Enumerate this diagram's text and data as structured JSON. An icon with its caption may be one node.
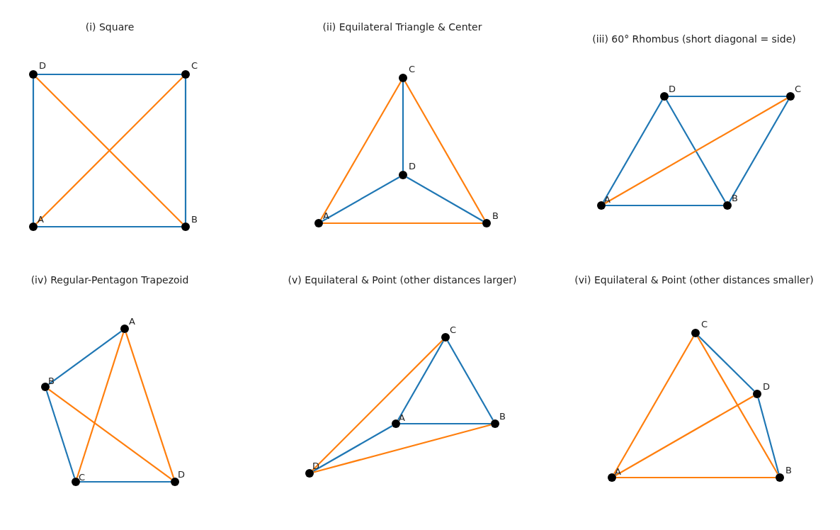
{
  "diagram": {
    "nodes": [
      {
        "text": [],
        "shape": "circle",
        "beside": [
          "D"
        ]
      },
      {
        "text": [],
        "shape": "circle",
        "beside": [
          "C"
        ]
      },
      {
        "text": [],
        "shape": "circle",
        "beside": [
          "A"
        ]
      },
      {
        "text": [],
        "shape": "circle",
        "beside": [
          "B"
        ]
      },
      {
        "text": [],
        "shape": "circle",
        "beside": [
          "C"
        ]
      },
      {
        "text": [],
        "shape": "circle",
        "beside": [
          "D"
        ]
      },
      {
        "text": [],
        "shape": "circle",
        "beside": [
          "A"
        ]
      },
      {
        "text": [],
        "shape": "circle",
        "beside": [
          "B"
        ]
      },
      {
        "text": [],
        "shape": "circle",
        "beside": [
          "D"
        ]
      },
      {
        "text": [],
        "shape": "circle",
        "beside": [
          "C"
        ]
      },
      {
        "text": [],
        "shape": "circle",
        "beside": [
          "A"
        ]
      },
      {
        "text": [],
        "shape": "circle",
        "beside": [
          "B"
        ]
      },
      {
        "text": [],
        "shape": "circle",
        "beside": [
          "A"
        ]
      },
      {
        "text": [],
        "shape": "circle",
        "beside": [
          "B"
        ]
      },
      {
        "text": [],
        "shape": "circle",
        "beside": [
          "C"
        ]
      },
      {
        "text": [],
        "shape": "circle",
        "beside": [
          "D"
        ]
      },
      {
        "text": [],
        "shape": "circle",
        "beside": [
          "C"
        ]
      },
      {
        "text": [],
        "shape": "circle",
        "beside": [
          "A"
        ]
      },
      {
        "text": [],
        "shape": "circle",
        "beside": [
          "B"
        ]
      },
      {
        "text": [],
        "shape": "circle",
        "beside": [
          "D"
        ]
      },
      {
        "text": [],
        "shape": "circle",
        "beside": [
          "C"
        ]
      },
      {
        "text": [],
        "shape": "circle",
        "beside": [
          "D"
        ]
      },
      {
        "text": [],
        "shape": "circle",
        "beside": [
          "A"
        ]
      },
      {
        "text": [],
        "shape": "circle",
        "beside": [
          "B"
        ]
      }
    ],
    "edges": [
      {
        "from": 0,
        "to": 1,
        "arrow": "none"
      },
      {
        "from": 1,
        "to": 3,
        "arrow": "none"
      },
      {
        "from": 3,
        "to": 2,
        "arrow": "none"
      },
      {
        "from": 2,
        "to": 0,
        "arrow": "none"
      },
      {
        "from": 0,
        "to": 3,
        "arrow": "none",
        "color": "#ff7f0e"
      },
      {
        "from": 2,
        "to": 1,
        "arrow": "none",
        "color": "#ff7f0e"
      },
      {
        "from": 4,
        "to": 5,
        "arrow": "none"
      },
      {
        "from": 5,
        "to": 6,
        "arrow": "none"
      },
      {
        "from": 5,
        "to": 7,
        "arrow": "none"
      },
      {
        "from": 4,
        "to": 6,
        "arrow": "none",
        "color": "#ff7f0e"
      },
      {
        "from": 4,
        "to": 7,
        "arrow": "none",
        "color": "#ff7f0e"
      },
      {
        "from": 6,
        "to": 7,
        "arrow": "none",
        "color": "#ff7f0e"
      },
      {
        "from": 8,
        "to": 9,
        "arrow": "none"
      },
      {
        "from": 9,
        "to": 11,
        "arrow": "none"
      },
      {
        "from": 11,
        "to": 10,
        "arrow": "none"
      },
      {
        "from": 10,
        "to": 8,
        "arrow": "none"
      },
      {
        "from": 8,
        "to": 11,
        "arrow": "none"
      },
      {
        "from": 10,
        "to": 9,
        "arrow": "none",
        "color": "#ff7f0e"
      },
      {
        "from": 12,
        "to": 13,
        "arrow": "none"
      },
      {
        "from": 13,
        "to": 14,
        "arrow": "none"
      },
      {
        "from": 14,
        "to": 15,
        "arrow": "none"
      },
      {
        "from": 12,
        "to": 14,
        "arrow": "none",
        "color": "#ff7f0e"
      },
      {
        "from": 12,
        "to": 15,
        "arrow": "none",
        "color": "#ff7f0e"
      },
      {
        "from": 13,
        "to": 15,
        "arrow": "none",
        "color": "#ff7f0e"
      },
      {
        "from": 17,
        "to": 16,
        "arrow": "none"
      },
      {
        "from": 16,
        "to": 18,
        "arrow": "none"
      },
      {
        "from": 18,
        "to": 17,
        "arrow": "none"
      },
      {
        "from": 19,
        "to": 17,
        "arrow": "none"
      },
      {
        "from": 19,
        "to": 16,
        "arrow": "none",
        "color": "#ff7f0e"
      },
      {
        "from": 19,
        "to": 18,
        "arrow": "none",
        "color": "#ff7f0e"
      },
      {
        "from": 20,
        "to": 21,
        "arrow": "none"
      },
      {
        "from": 21,
        "to": 23,
        "arrow": "none"
      },
      {
        "from": 20,
        "to": 22,
        "arrow": "none",
        "color": "#ff7f0e"
      },
      {
        "from": 22,
        "to": 23,
        "arrow": "none",
        "color": "#ff7f0e"
      },
      {
        "from": 23,
        "to": 20,
        "arrow": "none",
        "color": "#ff7f0e"
      },
      {
        "from": 22,
        "to": 21,
        "arrow": "none",
        "color": "#ff7f0e"
      }
    ],
    "labels": [
      "(i) Square",
      "(ii) Equilateral Triangle & Center",
      "(iii) 60° Rhombus (short diagonal = side)",
      "(iv) Regular-Pentagon Trapezoid",
      "(v) Equilateral & Point (other distances larger)",
      "(vi) Equilateral & Point (other distances smaller)"
    ]
  }
}
